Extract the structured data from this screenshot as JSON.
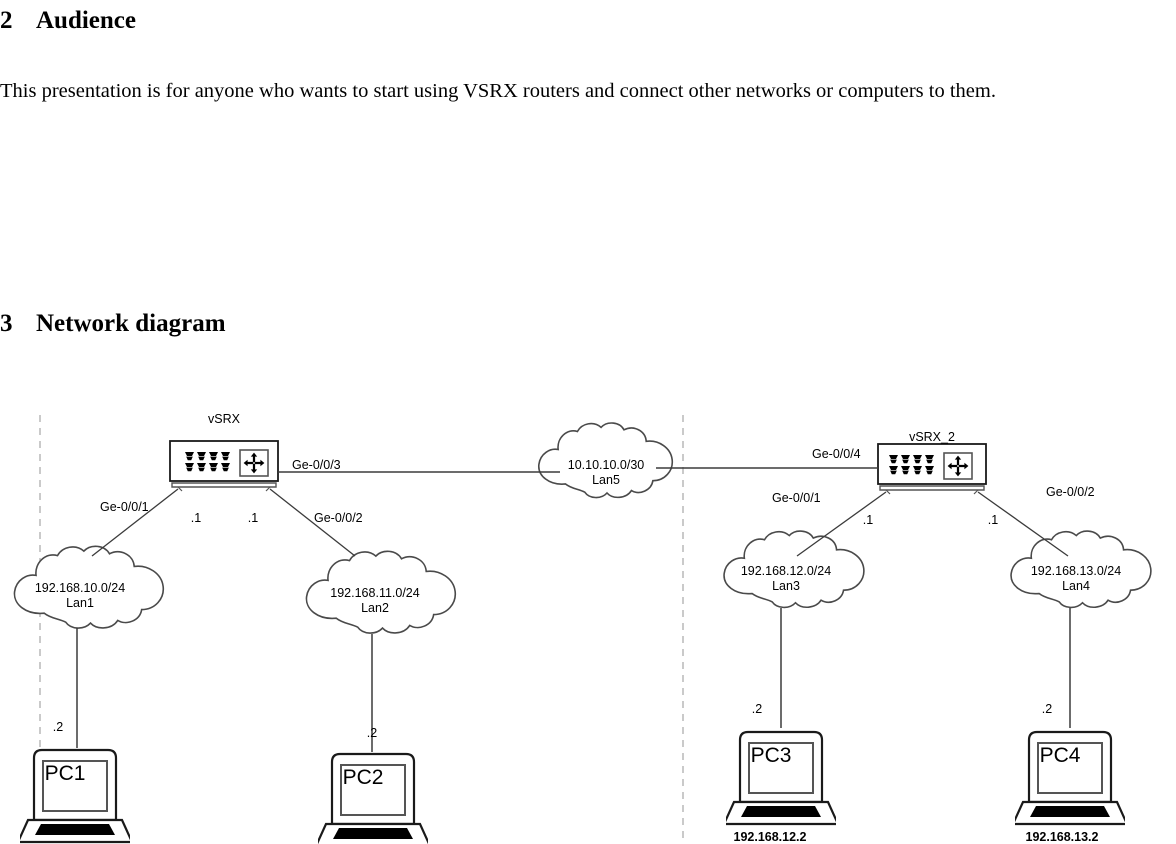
{
  "document": {
    "sections": [
      {
        "number": "2",
        "title": "Audience"
      },
      {
        "number": "3",
        "title": "Network diagram"
      }
    ],
    "paragraph": "This presentation is for anyone who wants to start using VSRX routers and connect other networks or computers to them."
  },
  "diagram": {
    "routers": [
      {
        "id": "vsrx1",
        "name": "vSRX"
      },
      {
        "id": "vsrx2",
        "name": "vSRX_2"
      }
    ],
    "clouds": [
      {
        "id": "lan1",
        "network": "192.168.10.0/24",
        "name": "Lan1"
      },
      {
        "id": "lan2",
        "network": "192.168.11.0/24",
        "name": "Lan2"
      },
      {
        "id": "lan3",
        "network": "192.168.12.0/24",
        "name": "Lan3"
      },
      {
        "id": "lan4",
        "network": "192.168.13.0/24",
        "name": "Lan4"
      },
      {
        "id": "lan5",
        "network": "10.10.10.0/30",
        "name": "Lan5"
      }
    ],
    "hosts": [
      {
        "id": "pc1",
        "name": "PC1",
        "host_octet": ".2",
        "ip": ""
      },
      {
        "id": "pc2",
        "name": "PC2",
        "host_octet": ".2",
        "ip": ""
      },
      {
        "id": "pc3",
        "name": "PC3",
        "host_octet": ".2",
        "ip": "192.168.12.2"
      },
      {
        "id": "pc4",
        "name": "PC4",
        "host_octet": ".2",
        "ip": "192.168.13.2"
      }
    ],
    "interfaces": {
      "vsrx1_ge1": "Ge-0/0/1",
      "vsrx1_ge2": "Ge-0/0/2",
      "vsrx1_ge3": "Ge-0/0/3",
      "vsrx2_ge4": "Ge-0/0/4",
      "vsrx2_ge1": "Ge-0/0/1",
      "vsrx2_ge2": "Ge-0/0/2"
    },
    "router_octets": {
      "vsrx1_left": ".1",
      "vsrx1_right": ".1",
      "vsrx2_left": ".1",
      "vsrx2_right": ".1"
    },
    "colors": {
      "line": "#3b3b3b",
      "cloud_stroke": "#4a4a4a",
      "dashed": "#b3b3b3",
      "device_stroke": "#1a1a1a",
      "keyboard": "#000000"
    }
  }
}
